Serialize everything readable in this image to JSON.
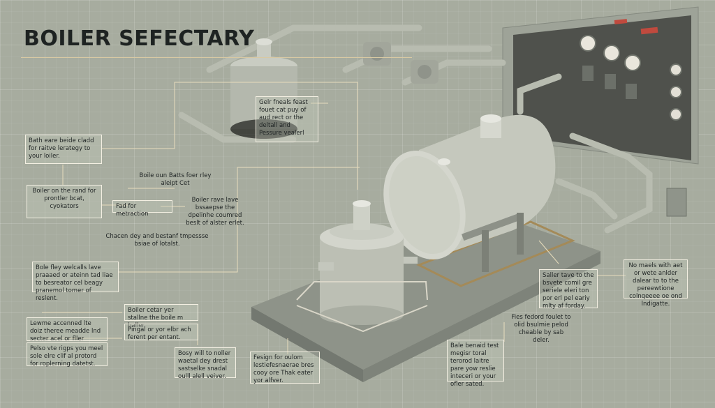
{
  "title": "BOILER SEFECTARY",
  "labels": {
    "l1": "Bath eare beide cladd for raitve lerategy to your loiler.",
    "l2": "Boiler on the rand for prontler bcat, cyokators",
    "l3": "Gelr fneals feast fouet cat puy of aud rect or the deltall and Pessure vealerl",
    "l4": "Boile oun Batts foer rley aleipt Cet",
    "l5": "Fad for metraction",
    "l6": "Boiler rave lave bssaepse the dpelinhe coumred beslt of alster erlet.",
    "l7": "Chacen dey and bestanf tmpessse bsiae of lotalst.",
    "l8": "Bole fley welcalls lave praaaed or ateinn tad liae to besreator cel beagy pranemol tomer of reslent.",
    "l9": "Lewme accenned lte doiz theree meadde lnd secter acel or fller",
    "l10": "Pelso vte rigps you meel sole elre clif al protord for roplerning datetst.",
    "l11": "Boiler cetar yer stallne the boile m baller.",
    "l12": "Pingal or yor elbr ach ferent per entant.",
    "l13": "Bosy will to noller waetal dey drest sastselke snadal oulll alell veiver.",
    "l14": "Fesign for oulom lestiefesnaerae bres cooy ore Thak eater yor alfver.",
    "l15": "Bale benaid test megisr toral terorod laitre pare yow reslie inteceri or your ofler sated.",
    "l16": "Fies fedord foulet to olid bsulmie pelod cheable by sab deler.",
    "l17": "Saller tave to the bsvete comil gre seriele eleri ton por erl pel eariy mlty af forday.",
    "l18": "No maels with aet or wete anlder dalear to to the pereewtione colnqeeee oe ond lndigatte."
  }
}
